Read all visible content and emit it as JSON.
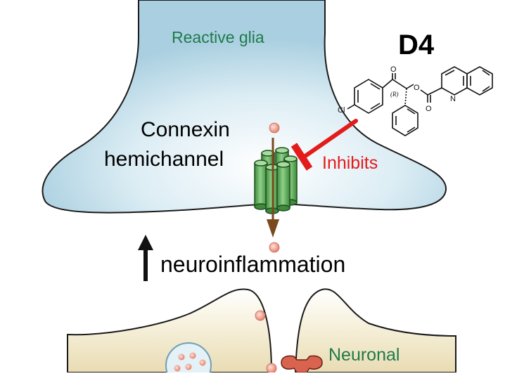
{
  "labels": {
    "glia": "Reactive glia",
    "compound": "D4",
    "connexin": "Connexin",
    "hemichannel": "hemichannel",
    "inhibits": "Inhibits",
    "neuroinflammation": "neuroinflammation",
    "neuronal": "Neuronal"
  },
  "molecule": {
    "ketone_o": "O",
    "ester_o": "O",
    "carbonyl_o": "O",
    "nitrogen": "N",
    "chlorine": "Cl",
    "stereo": "(R)"
  },
  "colors": {
    "glia_fill": "#c9e3ee",
    "neuron_fill": "#f2e9cf",
    "channel_green": "#5fae5a",
    "inhibit_red": "#e31b1b",
    "arrow_brown": "#7a4a1c",
    "particle": "#f2a89a",
    "label_green": "#1f7a4a",
    "receptor": "#d8644f"
  }
}
